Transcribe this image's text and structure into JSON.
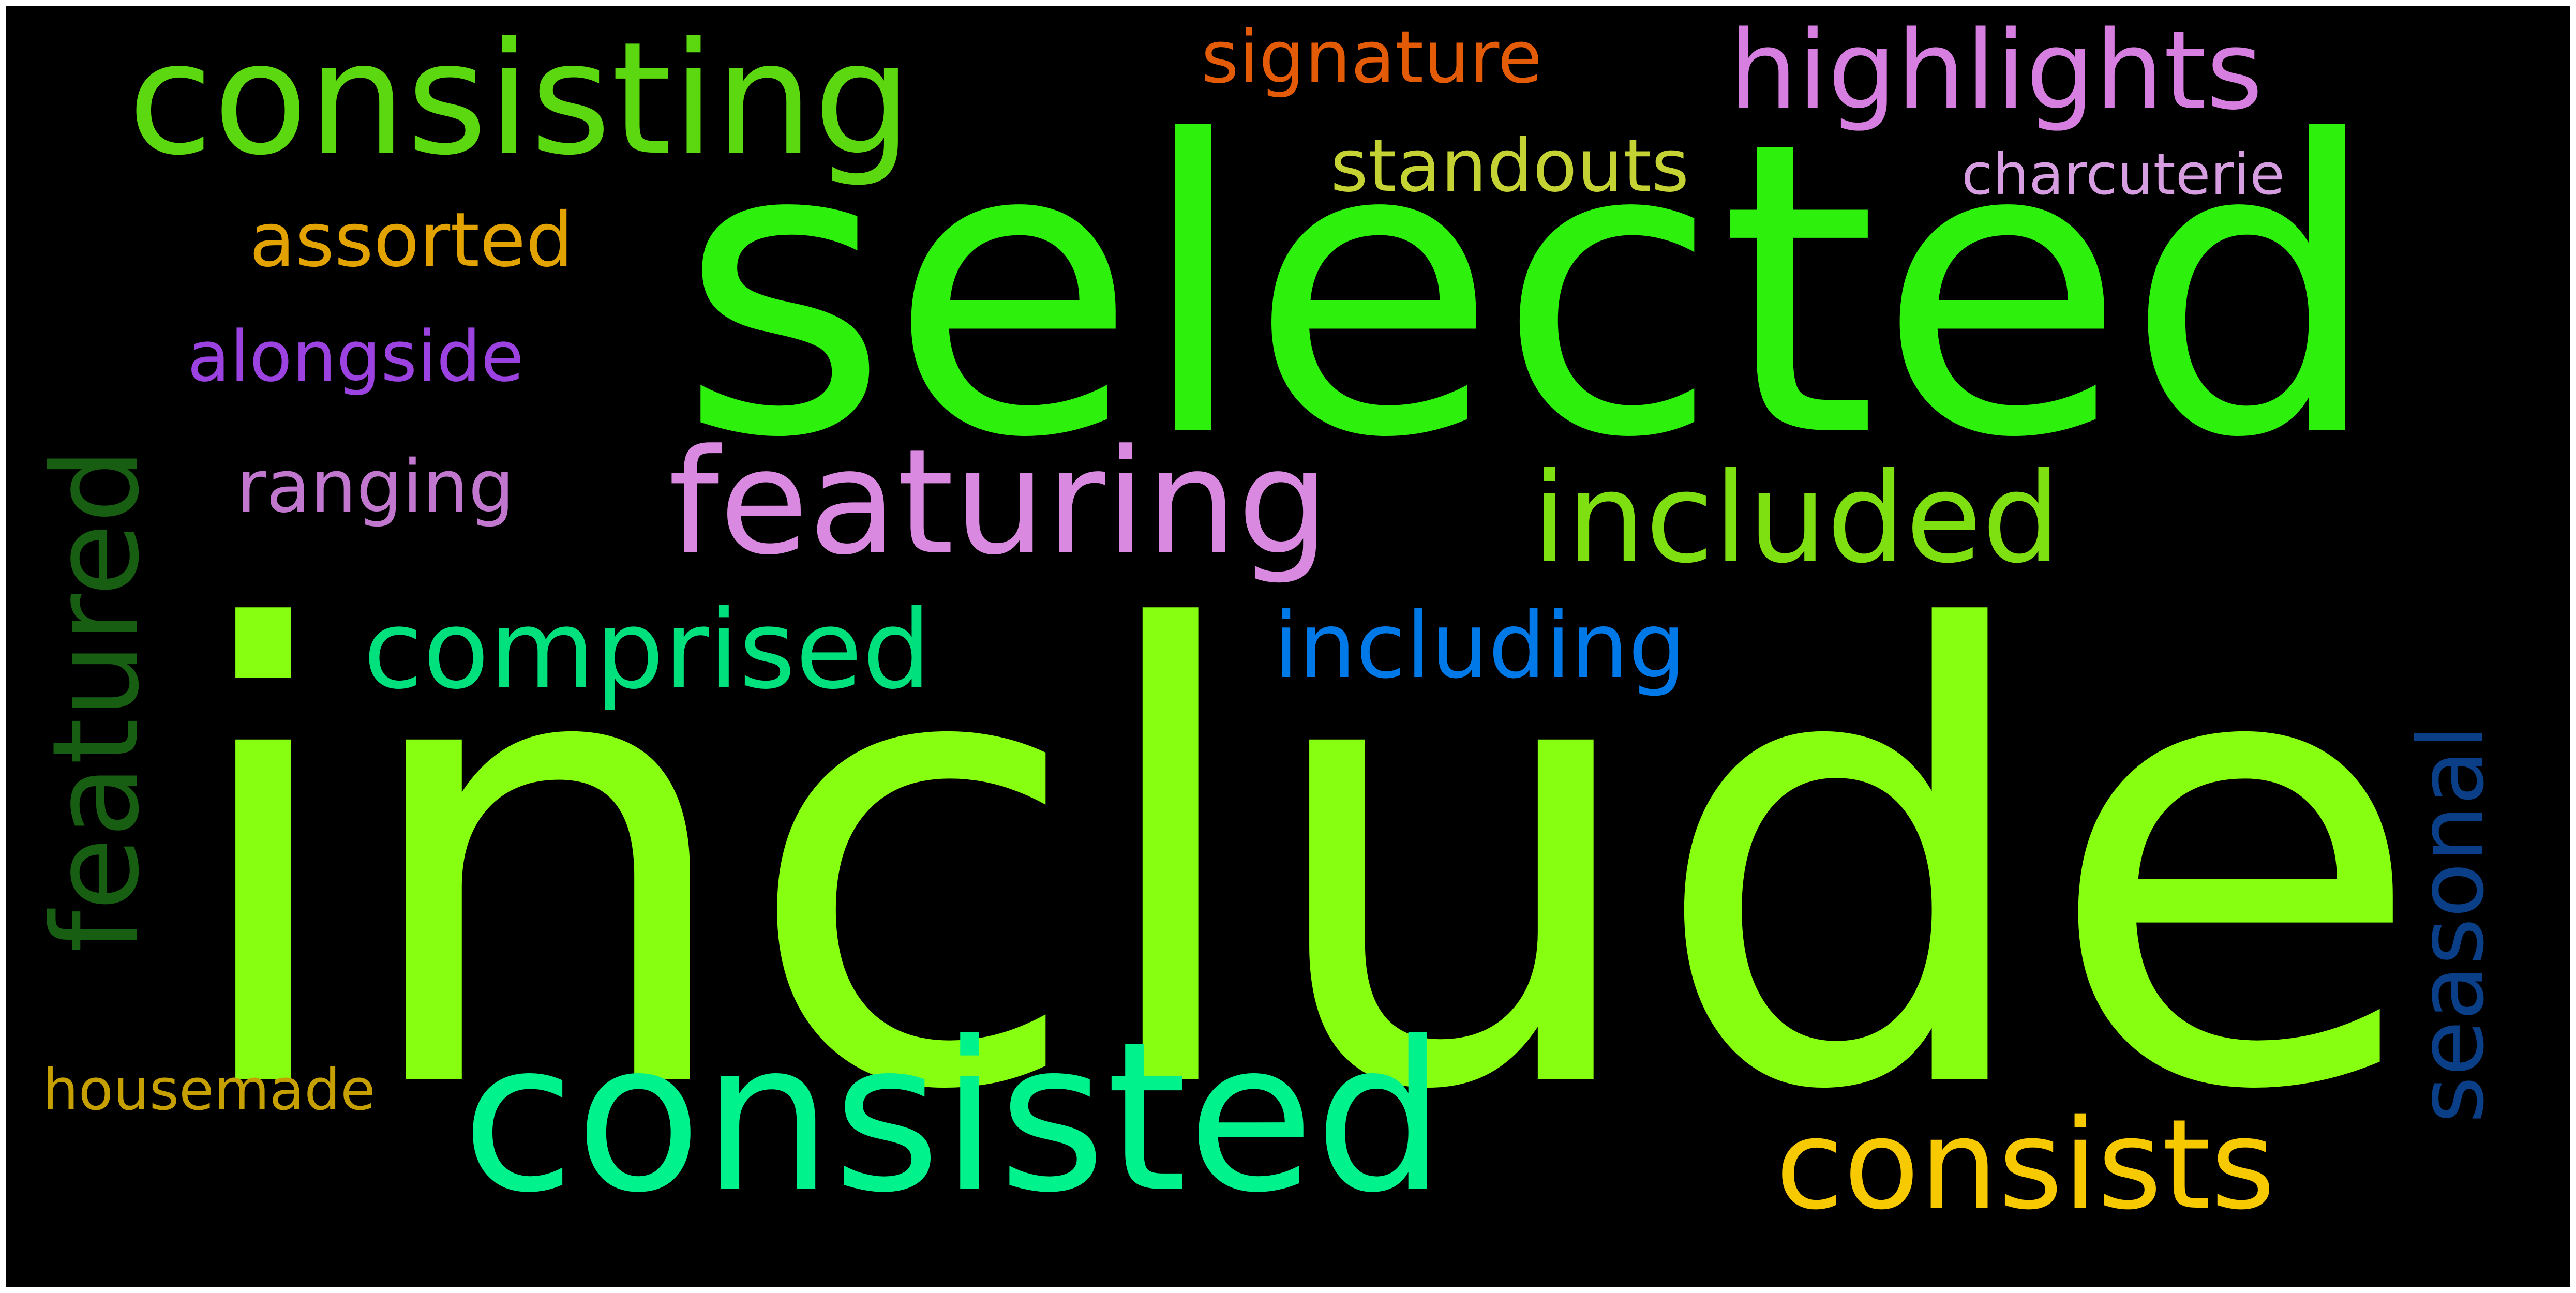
{
  "background_color": "#000000",
  "words": [
    {
      "key": "include",
      "text": "include",
      "color": "#86ff10"
    },
    {
      "key": "selected",
      "text": "selected",
      "color": "#2ef00d"
    },
    {
      "key": "consisted",
      "text": "consisted",
      "color": "#00f28c"
    },
    {
      "key": "consisting",
      "text": "consisting",
      "color": "#5bd810"
    },
    {
      "key": "featuring",
      "text": "featuring",
      "color": "#d98ae0"
    },
    {
      "key": "included",
      "text": "included",
      "color": "#7ee010"
    },
    {
      "key": "highlights",
      "text": "highlights",
      "color": "#d77fe0"
    },
    {
      "key": "consists",
      "text": "consists",
      "color": "#f7c900"
    },
    {
      "key": "featured",
      "text": "featured",
      "color": "#175d12"
    },
    {
      "key": "comprised",
      "text": "comprised",
      "color": "#00e07c"
    },
    {
      "key": "seasonal",
      "text": "seasonal",
      "color": "#0a3f88"
    },
    {
      "key": "including",
      "text": "including",
      "color": "#0079e8"
    },
    {
      "key": "signature",
      "text": "signature",
      "color": "#e35b06"
    },
    {
      "key": "standouts",
      "text": "standouts",
      "color": "#c4d234"
    },
    {
      "key": "assorted",
      "text": "assorted",
      "color": "#e2a300"
    },
    {
      "key": "alongside",
      "text": "alongside",
      "color": "#9b42e0"
    },
    {
      "key": "ranging",
      "text": "ranging",
      "color": "#c277cf"
    },
    {
      "key": "charcuterie",
      "text": "charcuterie",
      "color": "#d69ee0"
    },
    {
      "key": "housemade",
      "text": "housemade",
      "color": "#c6a000"
    }
  ]
}
